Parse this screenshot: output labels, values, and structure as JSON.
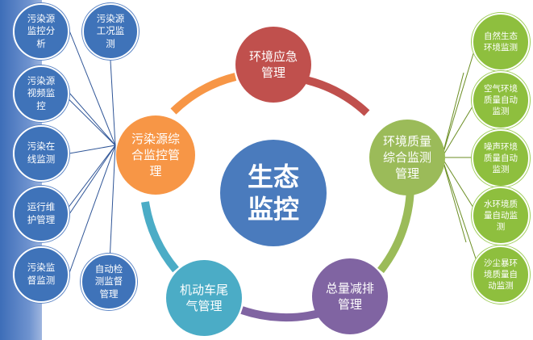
{
  "center": {
    "label": "生态\n监控"
  },
  "main_nodes": [
    {
      "key": "emergency",
      "label": "环境应急\n管理",
      "color": "#c0504d"
    },
    {
      "key": "quality",
      "label": "环境质量\n综合监测\n管理",
      "color": "#9bbb59"
    },
    {
      "key": "reduction",
      "label": "总量减排\n管理",
      "color": "#8064a2"
    },
    {
      "key": "vehicle",
      "label": "机动车尾\n气管理",
      "color": "#4bacc6"
    },
    {
      "key": "pollution",
      "label": "污染源综\n合监控管\n理",
      "color": "#f79646"
    }
  ],
  "left_nodes": [
    {
      "label": "污染源\n监控分\n析"
    },
    {
      "label": "污染源\n工况监\n测"
    },
    {
      "label": "污染源\n视频监\n控"
    },
    {
      "label": "污染在\n线监测"
    },
    {
      "label": "运行维\n护管理"
    },
    {
      "label": "污染监\n督监测"
    },
    {
      "label": "自动检\n测监督\n管理"
    }
  ],
  "right_nodes": [
    {
      "label": "自然生态\n环境监测"
    },
    {
      "label": "空气环境\n质量自动\n监测"
    },
    {
      "label": "噪声环境\n质量自动\n监测"
    },
    {
      "label": "水环境质\n量自动监\n测"
    },
    {
      "label": "沙尘暴环\n境质量自\n动监测"
    }
  ],
  "colors": {
    "left_nodes": "#3f73b9",
    "right_nodes": "#8ebf3e",
    "center": "#4a7bbd",
    "left_links": "#2f5597",
    "right_links": "#6b8e23"
  }
}
